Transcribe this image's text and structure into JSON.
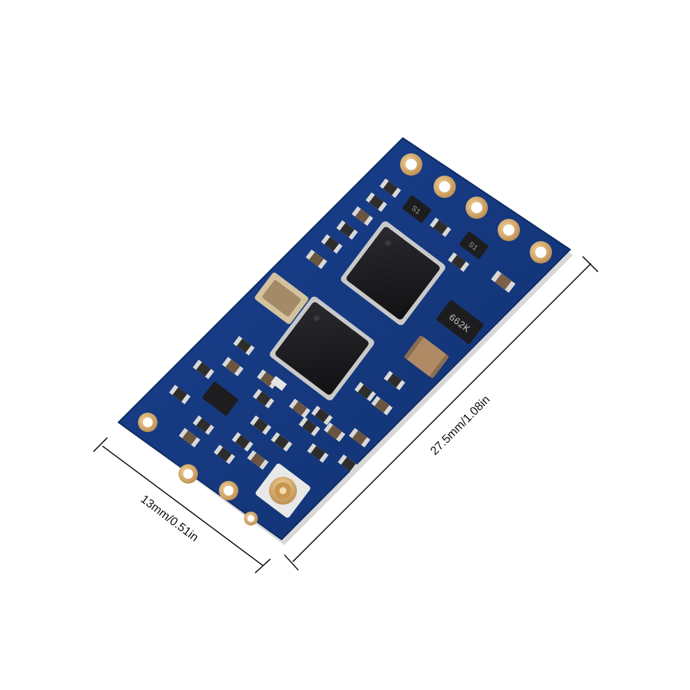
{
  "product": {
    "dimensions": {
      "width_label": "13mm/0.51in",
      "length_label": "27.5mm/1.08in"
    },
    "markings": {
      "regulator": "662K",
      "sot_a": "S1",
      "sot_b": "S1"
    }
  },
  "colors": {
    "pcb": "#14367a",
    "pcb_edge": "#0e2a63",
    "pad_gold": "#d9b27a",
    "chip": "#1b1b1d",
    "crystal": "#a48a66",
    "background": "#ffffff"
  }
}
